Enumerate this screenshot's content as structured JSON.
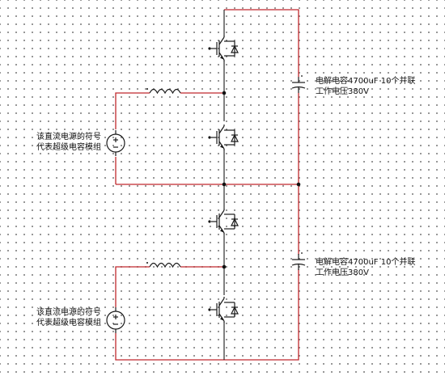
{
  "colors": {
    "wire": "#c0282d",
    "component": "#1a1a1a",
    "grid_dot": "#7a7a7a",
    "background": "#ffffff"
  },
  "labels": {
    "cap_top": {
      "line1": "电解电容4700uF 10个并联",
      "line2": "工作电压380V"
    },
    "cap_bottom": {
      "line1": "电解电容4700uF 10个并联",
      "line2": "工作电压380V"
    },
    "src_top": {
      "line1": "该直流电源的符号",
      "line2": "代表超级电容模组"
    },
    "src_bottom": {
      "line1": "该直流电源的符号",
      "line2": "代表超级电容模组"
    }
  },
  "components": {
    "igbt_count": 4,
    "inductor_count": 2,
    "capacitor_count": 2,
    "dc_source_count": 2,
    "igbt_icon": "igbt-with-diode-icon",
    "inductor_icon": "inductor-icon",
    "capacitor_icon": "capacitor-icon",
    "source_icon": "dc-source-icon"
  }
}
